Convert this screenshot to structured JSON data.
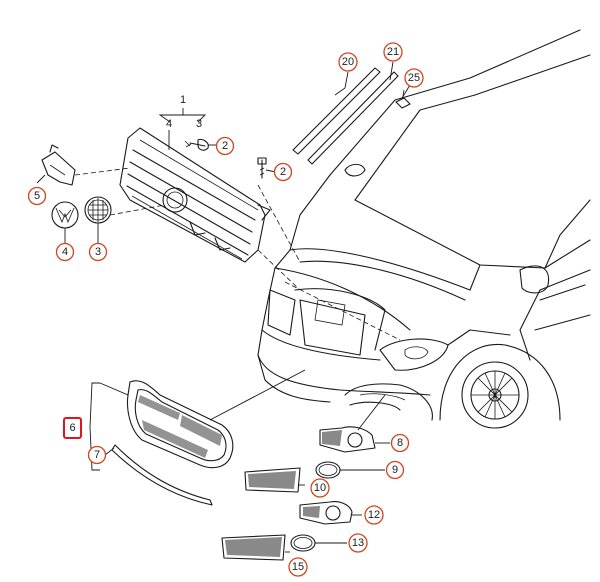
{
  "callouts": [
    {
      "id": "1",
      "label": "1"
    },
    {
      "id": "4a",
      "label": "4"
    },
    {
      "id": "3a",
      "label": "3"
    },
    {
      "id": "2a",
      "label": "2"
    },
    {
      "id": "2b",
      "label": "2"
    },
    {
      "id": "5",
      "label": "5"
    },
    {
      "id": "4b",
      "label": "4"
    },
    {
      "id": "3b",
      "label": "3"
    },
    {
      "id": "20",
      "label": "20"
    },
    {
      "id": "21",
      "label": "21"
    },
    {
      "id": "25",
      "label": "25"
    },
    {
      "id": "6",
      "label": "6"
    },
    {
      "id": "7",
      "label": "7"
    },
    {
      "id": "8",
      "label": "8"
    },
    {
      "id": "9",
      "label": "9"
    },
    {
      "id": "10",
      "label": "10"
    },
    {
      "id": "12",
      "label": "12"
    },
    {
      "id": "13",
      "label": "13"
    },
    {
      "id": "15",
      "label": "15"
    }
  ],
  "highlighted_part": "6",
  "colors": {
    "callout_ring": "#d2461e",
    "highlight": "#e0141e",
    "line": "#1a1a1a"
  }
}
